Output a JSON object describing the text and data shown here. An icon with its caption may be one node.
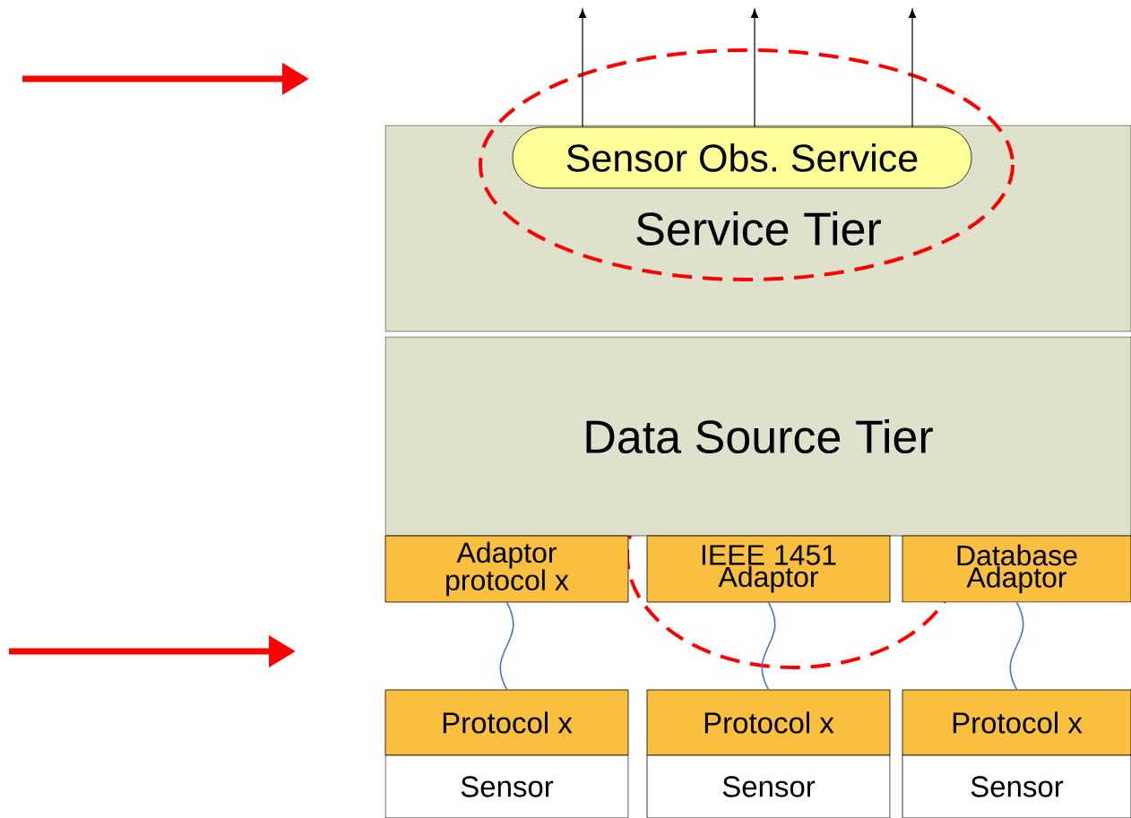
{
  "diagram": {
    "nodes": [
      {
        "text": [
          "Service Tier"
        ]
      },
      {
        "text": [
          "Sensor Obs. Service"
        ],
        "in": 0
      },
      {
        "text": [
          "Data Source Tier"
        ]
      },
      {
        "text": [
          "Adaptor protocol x"
        ]
      },
      {
        "text": [
          "IEEE 1451 Adaptor"
        ]
      },
      {
        "text": [
          "Database Adaptor"
        ]
      },
      {
        "text": [
          "Protocol x"
        ]
      },
      {
        "text": [
          "Protocol x"
        ]
      },
      {
        "text": [
          "Protocol x"
        ]
      },
      {
        "text": [
          "Sensor"
        ]
      },
      {
        "text": [
          "Sensor"
        ]
      },
      {
        "text": [
          "Sensor"
        ]
      }
    ],
    "edges": [
      {
        "from": 1,
        "to": null,
        "arrow": "to"
      },
      {
        "from": 1,
        "to": null,
        "arrow": "to"
      },
      {
        "from": 1,
        "to": null,
        "arrow": "to"
      },
      {
        "from": 3,
        "to": 6,
        "arrow": "none",
        "color": "#4472c4"
      },
      {
        "from": 4,
        "to": 7,
        "arrow": "none",
        "color": "#4472c4"
      },
      {
        "from": 5,
        "to": 8,
        "arrow": "none",
        "color": "#4472c4"
      }
    ]
  }
}
